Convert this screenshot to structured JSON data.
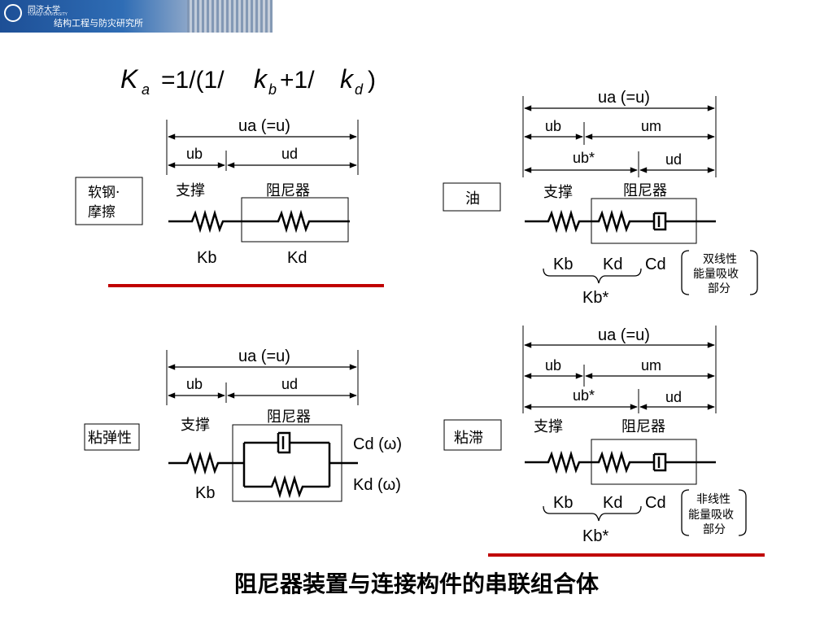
{
  "header": {
    "university_cn": "同济大学",
    "university_en": "TONGJI UNIVERSITY",
    "institute": "结构工程与防灾研究所"
  },
  "formula": {
    "lhs": "K",
    "lhs_sub": "a",
    "eq": "=1/(1/",
    "k1": "k",
    "k1_sub": "b",
    "mid": "+1/",
    "k2": "k",
    "k2_sub": "d",
    "close": ")"
  },
  "panels": {
    "steel": {
      "type_label_line1": "软钢·",
      "type_label_line2": "摩擦",
      "ua": "ua (=u)",
      "ub": "ub",
      "ud": "ud",
      "brace": "支撑",
      "damper": "阻尼器",
      "kb": "Kb",
      "kd": "Kd"
    },
    "oil": {
      "type_label": "油",
      "ua": "ua (=u)",
      "ub": "ub",
      "um": "um",
      "ubstar": "ub*",
      "ud": "ud",
      "brace": "支撑",
      "damper": "阻尼器",
      "kb": "Kb",
      "kd": "Kd",
      "cd": "Cd",
      "kbstar": "Kb*",
      "note_line1": "双线性",
      "note_line2": "能量吸收",
      "note_line3": "部分"
    },
    "viscoelastic": {
      "type_label": "粘弹性",
      "ua": "ua (=u)",
      "ub": "ub",
      "ud": "ud",
      "brace": "支撑",
      "damper": "阻尼器",
      "cd": "Cd (ω)",
      "kd": "Kd (ω)",
      "kb": "Kb"
    },
    "viscous": {
      "type_label": "粘滞",
      "ua": "ua (=u)",
      "ub": "ub",
      "um": "um",
      "ubstar": "ub*",
      "ud": "ud",
      "brace": "支撑",
      "damper": "阻尼器",
      "kb": "Kb",
      "kd": "Kd",
      "cd": "Cd",
      "kbstar": "Kb*",
      "note_line1": "非线性",
      "note_line2": "能量吸收",
      "note_line3": "部分"
    }
  },
  "caption": "阻尼器装置与连接构件的串联组合体",
  "colors": {
    "accent_line": "#c00000",
    "header_blue": "#2f6db5",
    "ink": "#000000"
  }
}
